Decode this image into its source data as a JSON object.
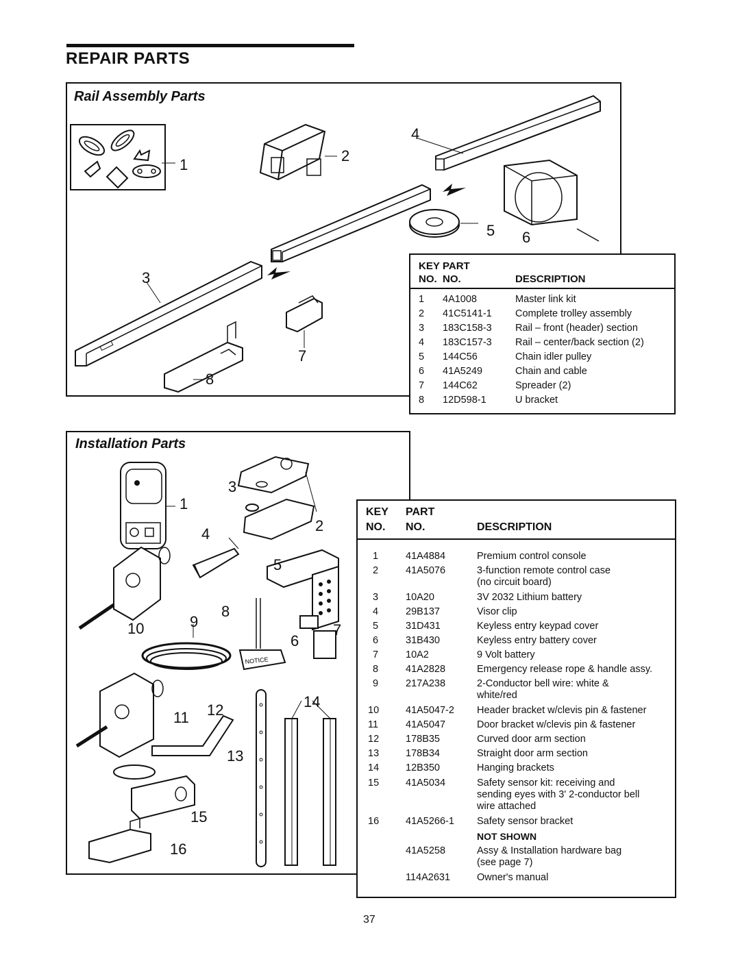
{
  "page": {
    "title": "REPAIR PARTS",
    "page_number": "37"
  },
  "rail": {
    "title": "Rail Assembly Parts",
    "callouts": [
      "1",
      "2",
      "3",
      "4",
      "5",
      "6",
      "7",
      "8"
    ],
    "table": {
      "header": {
        "key": "KEY",
        "part": "PART",
        "no1": "NO.",
        "no2": "NO.",
        "description": "DESCRIPTION"
      },
      "rows": [
        {
          "key": "1",
          "part": "4A1008",
          "desc": "Master link kit"
        },
        {
          "key": "2",
          "part": "41C5141-1",
          "desc": "Complete trolley assembly"
        },
        {
          "key": "3",
          "part": "183C158-3",
          "desc": "Rail – front (header) section"
        },
        {
          "key": "4",
          "part": "183C157-3",
          "desc": "Rail – center/back section (2)"
        },
        {
          "key": "5",
          "part": "144C56",
          "desc": "Chain idler pulley"
        },
        {
          "key": "6",
          "part": "41A5249",
          "desc": "Chain and cable"
        },
        {
          "key": "7",
          "part": "144C62",
          "desc": "Spreader (2)"
        },
        {
          "key": "8",
          "part": "12D598-1",
          "desc": "U bracket"
        }
      ]
    }
  },
  "install": {
    "title": "Installation Parts",
    "callouts": [
      "1",
      "2",
      "3",
      "4",
      "5",
      "6",
      "7",
      "8",
      "9",
      "10",
      "11",
      "12",
      "13",
      "14",
      "15",
      "16"
    ],
    "notice_label": "NOTICE",
    "table": {
      "header": {
        "key": "KEY",
        "part": "PART",
        "no1": "NO.",
        "no2": "NO.",
        "description": "DESCRIPTION"
      },
      "rows": [
        {
          "key": "1",
          "part": "41A4884",
          "desc": "Premium control console",
          "desc2": ""
        },
        {
          "key": "2",
          "part": "41A5076",
          "desc": "3-function remote control case",
          "desc2": "(no circuit board)"
        },
        {
          "key": "3",
          "part": "10A20",
          "desc": "3V 2032 Lithium battery",
          "desc2": ""
        },
        {
          "key": "4",
          "part": "29B137",
          "desc": "Visor clip",
          "desc2": ""
        },
        {
          "key": "5",
          "part": "31D431",
          "desc": "Keyless entry keypad cover",
          "desc2": ""
        },
        {
          "key": "6",
          "part": "31B430",
          "desc": "Keyless entry battery cover",
          "desc2": ""
        },
        {
          "key": "7",
          "part": "10A2",
          "desc": "9 Volt battery",
          "desc2": ""
        },
        {
          "key": "8",
          "part": "41A2828",
          "desc": "Emergency release rope & handle assy.",
          "desc2": ""
        },
        {
          "key": "9",
          "part": "217A238",
          "desc": "2-Conductor bell wire: white &",
          "desc2": "white/red"
        },
        {
          "key": "10",
          "part": "41A5047-2",
          "desc": "Header bracket w/clevis pin & fastener",
          "desc2": ""
        },
        {
          "key": "11",
          "part": "41A5047",
          "desc": "Door bracket w/clevis pin & fastener",
          "desc2": ""
        },
        {
          "key": "12",
          "part": "178B35",
          "desc": "Curved door arm section",
          "desc2": ""
        },
        {
          "key": "13",
          "part": "178B34",
          "desc": "Straight door arm section",
          "desc2": ""
        },
        {
          "key": "14",
          "part": "12B350",
          "desc": "Hanging brackets",
          "desc2": ""
        },
        {
          "key": "15",
          "part": "41A5034",
          "desc": "Safety sensor kit: receiving and",
          "desc2": "sending eyes with 3' 2-conductor bell",
          "desc3": "wire attached"
        },
        {
          "key": "16",
          "part": "41A5266-1",
          "desc": "Safety sensor bracket",
          "desc2": ""
        }
      ],
      "not_shown_label": "NOT SHOWN",
      "not_shown": [
        {
          "part": "41A5258",
          "desc": "Assy & Installation hardware bag",
          "desc2": "(see page 7)"
        },
        {
          "part": "114A2631",
          "desc": "Owner's manual",
          "desc2": ""
        }
      ]
    }
  }
}
